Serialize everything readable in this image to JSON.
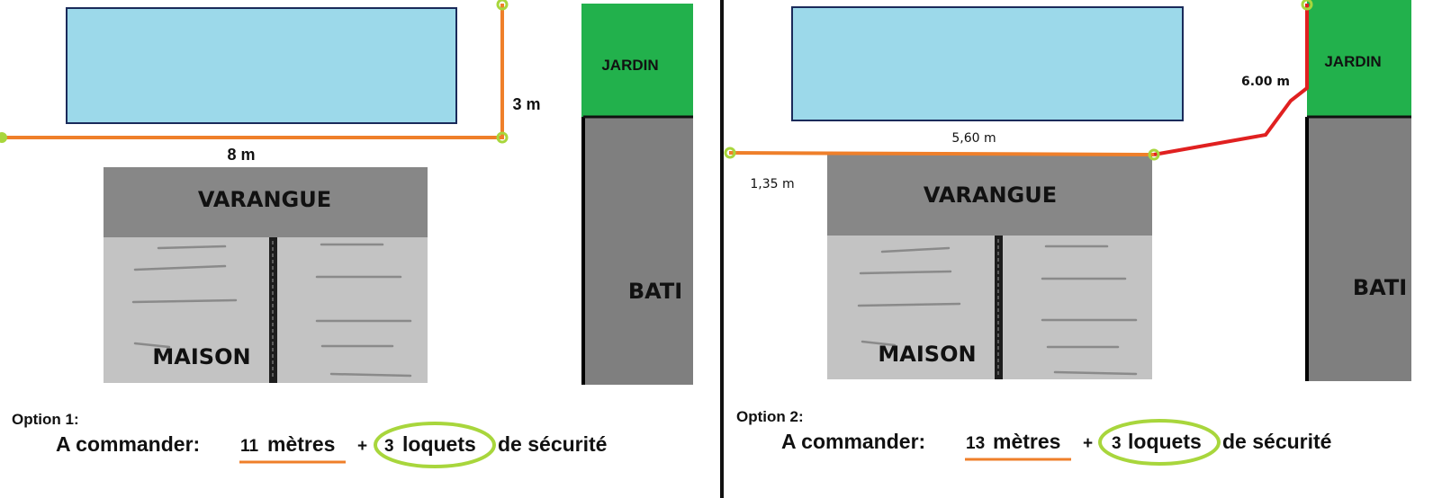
{
  "colors": {
    "pool": "#9cd9ea",
    "pool_border": "#1a2a5a",
    "garden": "#22b14c",
    "building": "#7f7f7f",
    "veranda": "#878787",
    "house": "#c3c3c3",
    "fence_orange": "#ef7f2a",
    "fence_red": "#e02020",
    "highlight_green": "#a8d63c",
    "divider": "#111111"
  },
  "option1": {
    "jardin": "JARDIN",
    "bati": "BATI",
    "varangue": "VARANGUE",
    "maison": "MAISON",
    "dim_vertical": "3 m",
    "dim_horizontal": "8 m",
    "caption": "Option 1:",
    "order_prefix": "A commander:",
    "meters_value": "11",
    "meters_unit": "mètres",
    "plus": "+",
    "latch_count": "3",
    "latch_word": "loquets",
    "latch_suffix": "de sécurité"
  },
  "option2": {
    "jardin": "JARDIN",
    "bati": "BATI",
    "varangue": "VARANGUE",
    "maison": "MAISON",
    "dim_diagonal": "6.00 m",
    "dim_horizontal": "5,60 m",
    "dim_left": "1,35 m",
    "caption": "Option 2:",
    "order_prefix": "A commander:",
    "meters_value": "13",
    "meters_unit": "mètres",
    "plus": "+",
    "latch_count": "3",
    "latch_word": "loquets",
    "latch_suffix": "de sécurité"
  }
}
